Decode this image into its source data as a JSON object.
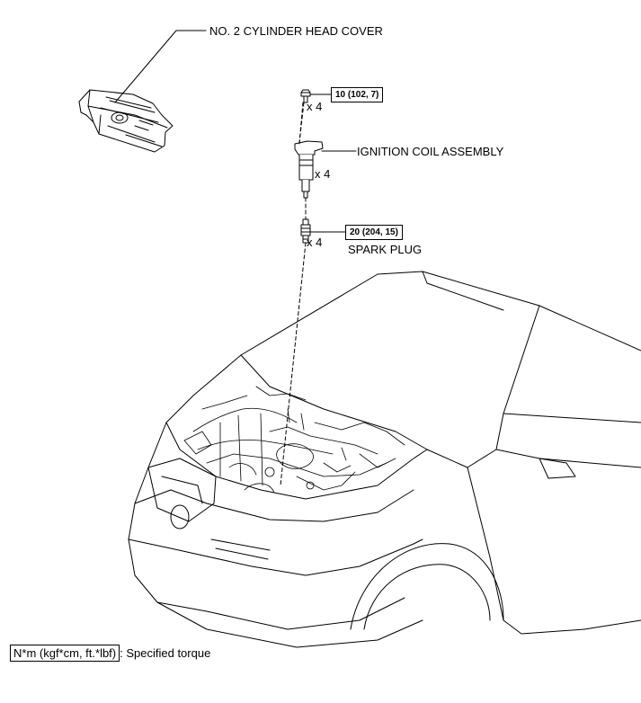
{
  "labels": {
    "cover": "NO. 2 CYLINDER HEAD COVER",
    "coil": "IGNITION COIL ASSEMBLY",
    "plug": "SPARK PLUG"
  },
  "torques": {
    "bolt": "10 (102, 7)",
    "plug": "20 (204, 15)"
  },
  "quantities": {
    "bolt": "x 4",
    "coil": "x 4",
    "plug": "x 4"
  },
  "legend": {
    "units": "N*m (kgf*cm, ft.*lbf)",
    "description": ": Specified torque"
  }
}
